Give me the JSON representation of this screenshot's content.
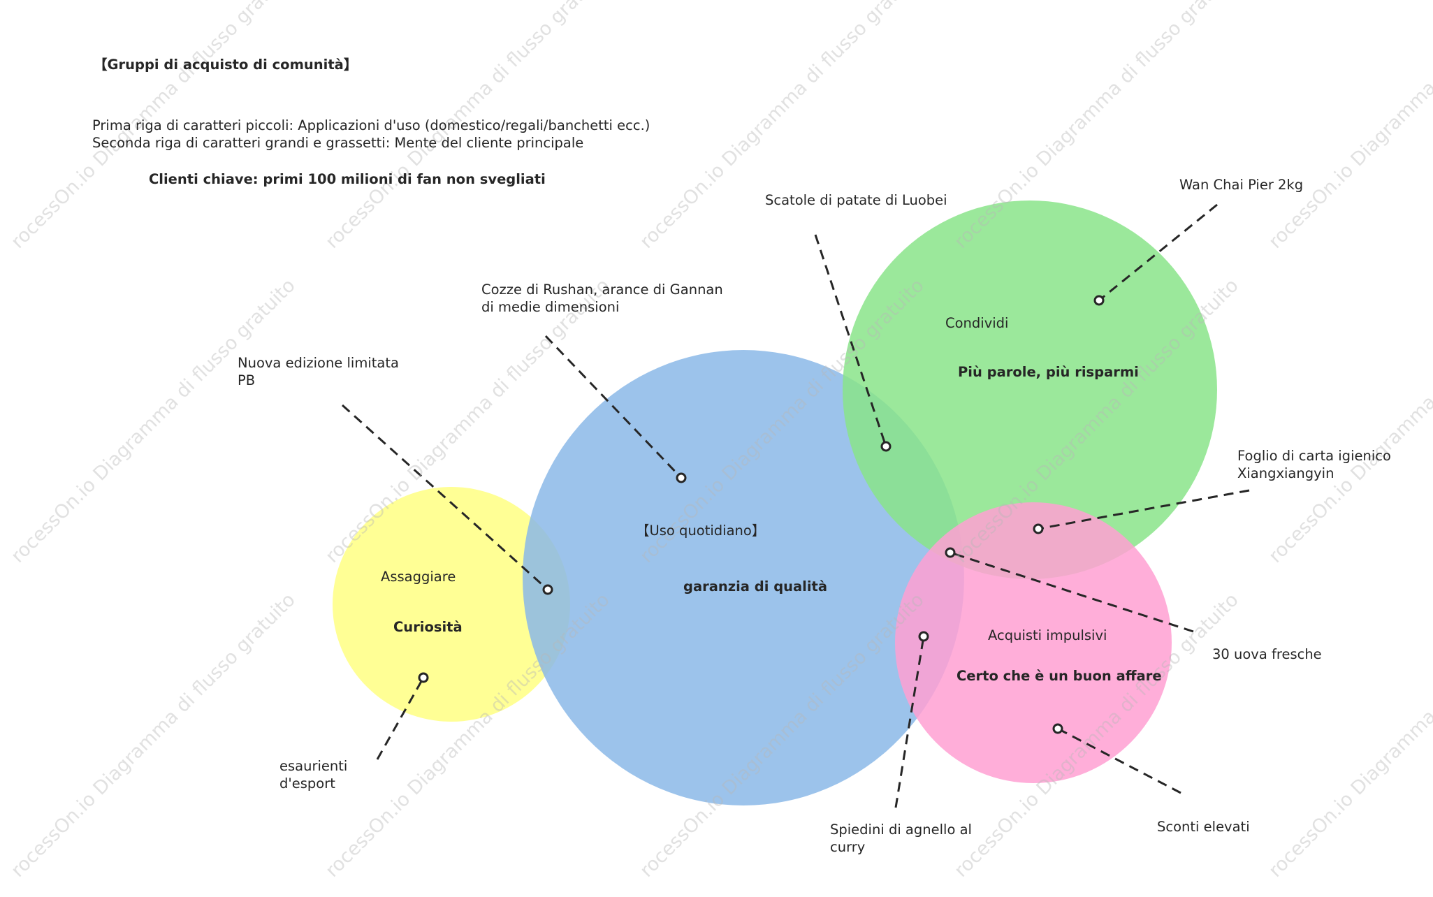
{
  "header": {
    "title": "【Gruppi di acquisto di comunità】",
    "legend_line1": "Prima riga di caratteri piccoli: Applicazioni d'uso (domestico/regali/banchetti ecc.)",
    "legend_line2": "Seconda riga di caratteri grandi e grassetti: Mente del cliente principale",
    "key_clients": "Clienti chiave: primi 100 milioni di fan non svegliati"
  },
  "circles": {
    "yellow": {
      "usage": "Assaggiare",
      "mindset": "Curiosità",
      "color": "#ffff8c"
    },
    "blue": {
      "usage": "【Uso quotidiano】",
      "mindset": "garanzia di qualità",
      "color": "#8bb8e8"
    },
    "green": {
      "usage": "Condividi",
      "mindset": "Più parole, più risparmi",
      "color": "#89e48a"
    },
    "pink": {
      "usage": "Acquisti impulsivi",
      "mindset": "Certo che è un buon affare",
      "color": "#ffa0d2"
    }
  },
  "callouts": {
    "pb": {
      "line1": "Nuova edizione limitata",
      "line2": "PB"
    },
    "rushan": {
      "line1": "Cozze di Rushan, arance di Gannan",
      "line2": "di medie dimensioni"
    },
    "luobei": {
      "line1": "Scatole di patate di Luobei"
    },
    "wanchai": {
      "line1": "Wan Chai Pier 2kg"
    },
    "carta": {
      "line1": "Foglio di carta igienico",
      "line2": "Xiangxiangyin"
    },
    "uova": {
      "line1": "30 uova fresche"
    },
    "sconti": {
      "line1": "Sconti elevati"
    },
    "spiedini": {
      "line1": "Spiedini di agnello al",
      "line2": "curry"
    },
    "esaurienti": {
      "line1": "esaurienti",
      "line2": "d'esport"
    }
  },
  "watermark": "rocessOn.io Diagramma di flusso gratuito"
}
